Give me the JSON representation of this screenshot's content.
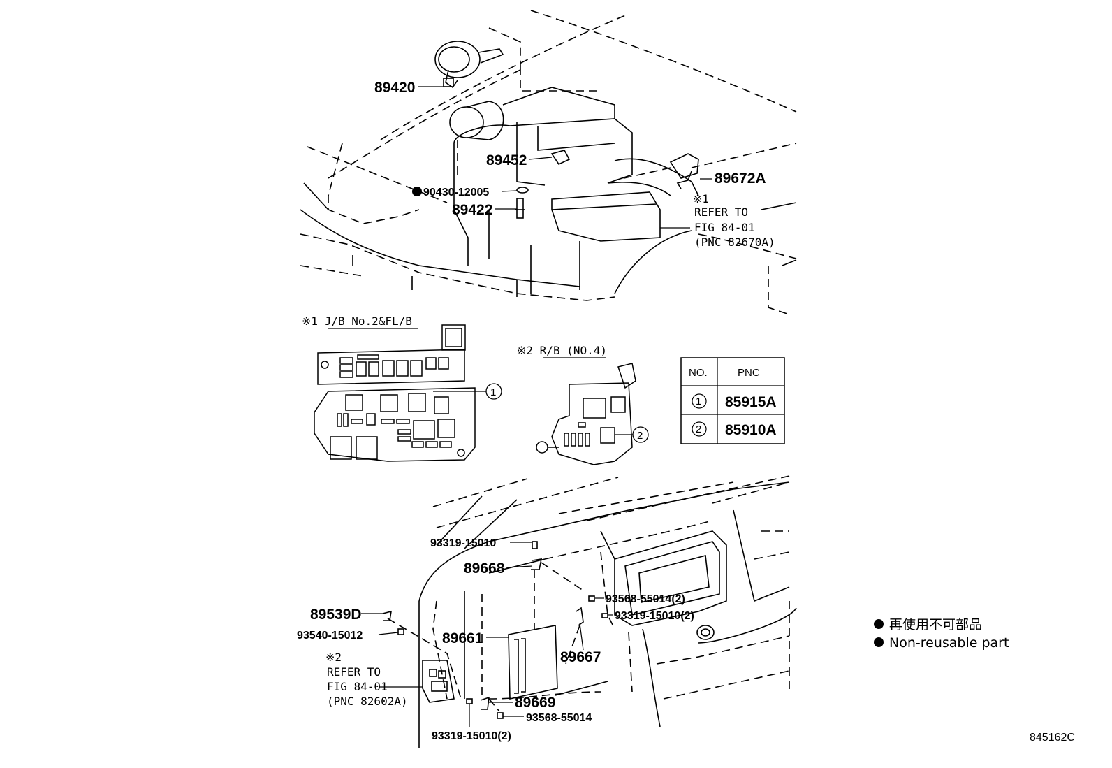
{
  "parts": {
    "p89420": "89420",
    "p89452": "89452",
    "p90430": "90430-12005",
    "p89422": "89422",
    "p89672A": "89672A",
    "p93319a": "93319-15010",
    "p89668": "89668",
    "p93568a": "93568-55014(2)",
    "p93319b": "93319-15010(2)",
    "p89539D": "89539D",
    "p93540": "93540-15012",
    "p89661": "89661",
    "p89667": "89667",
    "p89669": "89669",
    "p93568b": "93568-55014",
    "p93319c": "93319-15010(2)"
  },
  "ref1": {
    "mark": "※1",
    "line1": "REFER TO",
    "line2": "FIG 84-01",
    "line3": "(PNC 82670A)"
  },
  "ref2": {
    "mark": "※2",
    "line1": "REFER TO",
    "line2": "FIG 84-01",
    "line3": "(PNC 82602A)"
  },
  "sections": {
    "jb": "※1  J/B No.2&FL/B",
    "rb": "※2  R/B (NO.4)"
  },
  "callouts": {
    "c1": "1",
    "c2": "2"
  },
  "pnc_table": {
    "headers": [
      "NO.",
      "PNC"
    ],
    "rows": [
      {
        "no": "1",
        "pnc": "85915A"
      },
      {
        "no": "2",
        "pnc": "85910A"
      }
    ]
  },
  "legend": {
    "jp": "再使用不可部品",
    "en": "Non-reusable part"
  },
  "figure_code": "845162C"
}
